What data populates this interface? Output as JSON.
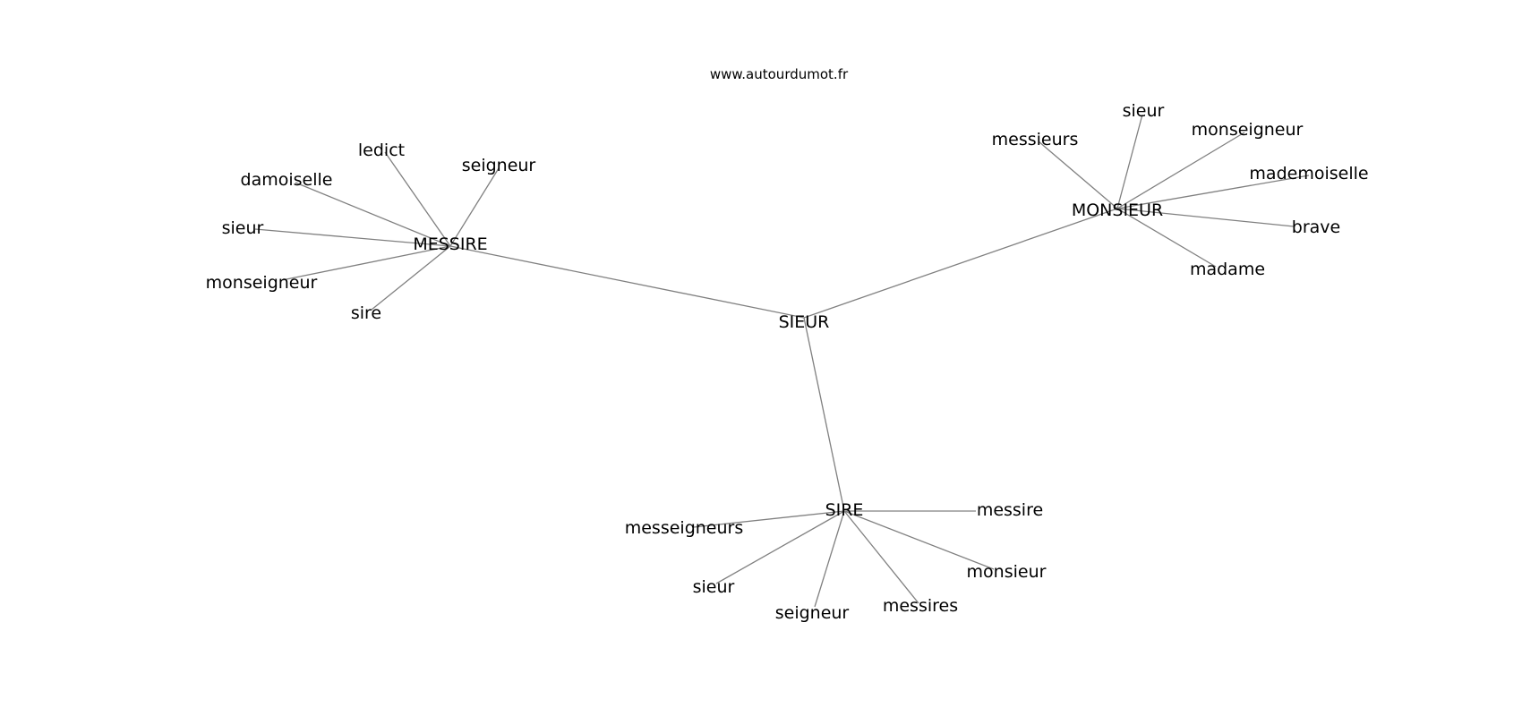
{
  "header": {
    "site": "www.autourdumot.fr"
  },
  "graph": {
    "edge_color": "#808080",
    "text_color": "#000000",
    "nodes": [
      {
        "id": "sieur_center",
        "label": "SIEUR"
      },
      {
        "id": "messire_hub",
        "label": "MESSIRE"
      },
      {
        "id": "monsieur_hub",
        "label": "MONSIEUR"
      },
      {
        "id": "sire_hub",
        "label": "SIRE"
      },
      {
        "id": "m_ledict",
        "label": "ledict"
      },
      {
        "id": "m_seigneur",
        "label": "seigneur"
      },
      {
        "id": "m_damoiselle",
        "label": "damoiselle"
      },
      {
        "id": "m_sieur",
        "label": "sieur"
      },
      {
        "id": "m_monseigneur",
        "label": "monseigneur"
      },
      {
        "id": "m_sire",
        "label": "sire"
      },
      {
        "id": "mo_messieurs",
        "label": "messieurs"
      },
      {
        "id": "mo_sieur",
        "label": "sieur"
      },
      {
        "id": "mo_monseigneur",
        "label": "monseigneur"
      },
      {
        "id": "mo_mademoiselle",
        "label": "mademoiselle"
      },
      {
        "id": "mo_brave",
        "label": "brave"
      },
      {
        "id": "mo_madame",
        "label": "madame"
      },
      {
        "id": "s_messeigneurs",
        "label": "messeigneurs"
      },
      {
        "id": "s_messire",
        "label": "messire"
      },
      {
        "id": "s_monsieur",
        "label": "monsieur"
      },
      {
        "id": "s_sieur",
        "label": "sieur"
      },
      {
        "id": "s_seigneur",
        "label": "seigneur"
      },
      {
        "id": "s_messires",
        "label": "messires"
      }
    ],
    "edges": [
      [
        "sieur_center",
        "messire_hub"
      ],
      [
        "sieur_center",
        "monsieur_hub"
      ],
      [
        "sieur_center",
        "sire_hub"
      ],
      [
        "messire_hub",
        "m_ledict"
      ],
      [
        "messire_hub",
        "m_seigneur"
      ],
      [
        "messire_hub",
        "m_damoiselle"
      ],
      [
        "messire_hub",
        "m_sieur"
      ],
      [
        "messire_hub",
        "m_monseigneur"
      ],
      [
        "messire_hub",
        "m_sire"
      ],
      [
        "monsieur_hub",
        "mo_messieurs"
      ],
      [
        "monsieur_hub",
        "mo_sieur"
      ],
      [
        "monsieur_hub",
        "mo_monseigneur"
      ],
      [
        "monsieur_hub",
        "mo_mademoiselle"
      ],
      [
        "monsieur_hub",
        "mo_brave"
      ],
      [
        "monsieur_hub",
        "mo_madame"
      ],
      [
        "sire_hub",
        "s_messeigneurs"
      ],
      [
        "sire_hub",
        "s_messire"
      ],
      [
        "sire_hub",
        "s_monsieur"
      ],
      [
        "sire_hub",
        "s_sieur"
      ],
      [
        "sire_hub",
        "s_seigneur"
      ],
      [
        "sire_hub",
        "s_messires"
      ]
    ]
  }
}
